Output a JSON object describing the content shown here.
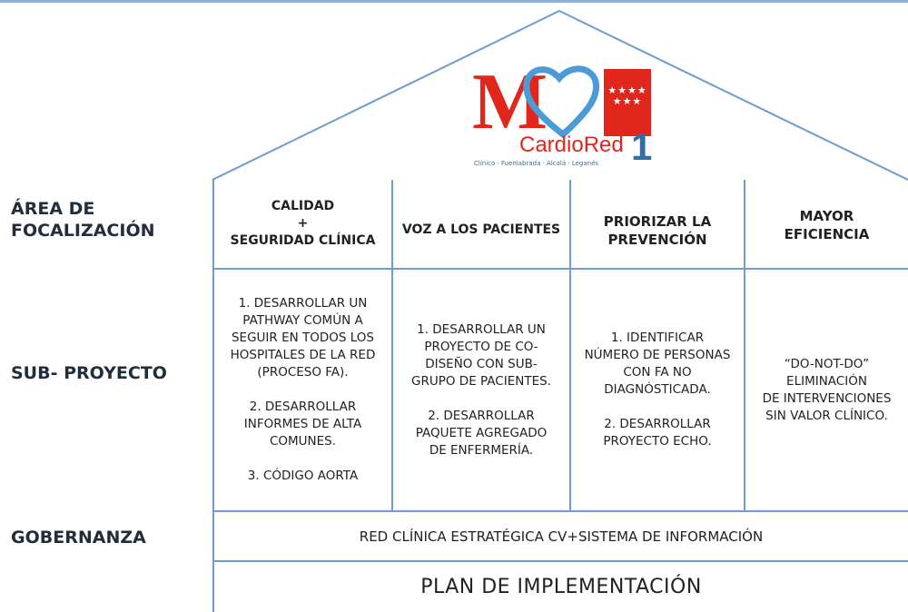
{
  "logo": {
    "letter": "M",
    "stars": [
      "★★★★",
      "★★★"
    ],
    "brand": "CardioRed",
    "number": "1",
    "subtitle": "Clínico · Fuenlabrada · Alcalá · Leganés",
    "colors": {
      "red": "#e1261c",
      "blue": "#2e6fa8"
    }
  },
  "labels": {
    "area": "ÁREA DE FOCALIZACIÓN",
    "subproyecto": "SUB- PROYECTO",
    "gobernanza": "GOBERNANZA"
  },
  "areas": [
    {
      "title_lines": [
        "CALIDAD",
        "+",
        "SEGURIDAD CLÍNICA"
      ]
    },
    {
      "title_lines": [
        "VOZ A LOS PACIENTES"
      ]
    },
    {
      "title_lines": [
        "PRIORIZAR LA",
        "PREVENCIÓN"
      ]
    },
    {
      "title_lines": [
        "MAYOR",
        "EFICIENCIA"
      ]
    }
  ],
  "subprojects": [
    {
      "blocks": [
        [
          "1. DESARROLLAR UN",
          "PATHWAY COMÚN A",
          "SEGUIR EN TODOS LOS",
          "HOSPITALES DE LA RED",
          "(PROCESO FA)."
        ],
        [
          "2. DESARROLLAR",
          "INFORMES DE ALTA",
          "COMUNES."
        ],
        [
          "3. CÓDIGO AORTA"
        ]
      ]
    },
    {
      "blocks": [
        [
          "1. DESARROLLAR UN",
          "PROYECTO DE CO-",
          "DISEÑO CON SUB-",
          "GRUPO DE PACIENTES."
        ],
        [
          "2. DESARROLLAR",
          "PAQUETE AGREGADO",
          "DE ENFERMERÍA."
        ]
      ]
    },
    {
      "blocks": [
        [
          "1. IDENTIFICAR",
          "NÚMERO DE PERSONAS",
          "CON FA NO",
          "DIAGNÓSTICADA."
        ],
        [
          "2. DESARROLLAR",
          "PROYECTO ECHO."
        ]
      ]
    },
    {
      "blocks": [
        [
          "“DO-NOT-DO”",
          "ELIMINACIÓN",
          "DE INTERVENCIONES",
          "SIN VALOR CLÍNICO."
        ]
      ]
    }
  ],
  "gobernanza": "RED CLÍNICA ESTRATÉGICA CV+SISTEMA DE INFORMACIÓN",
  "plan": "PLAN DE IMPLEMENTACIÓN"
}
